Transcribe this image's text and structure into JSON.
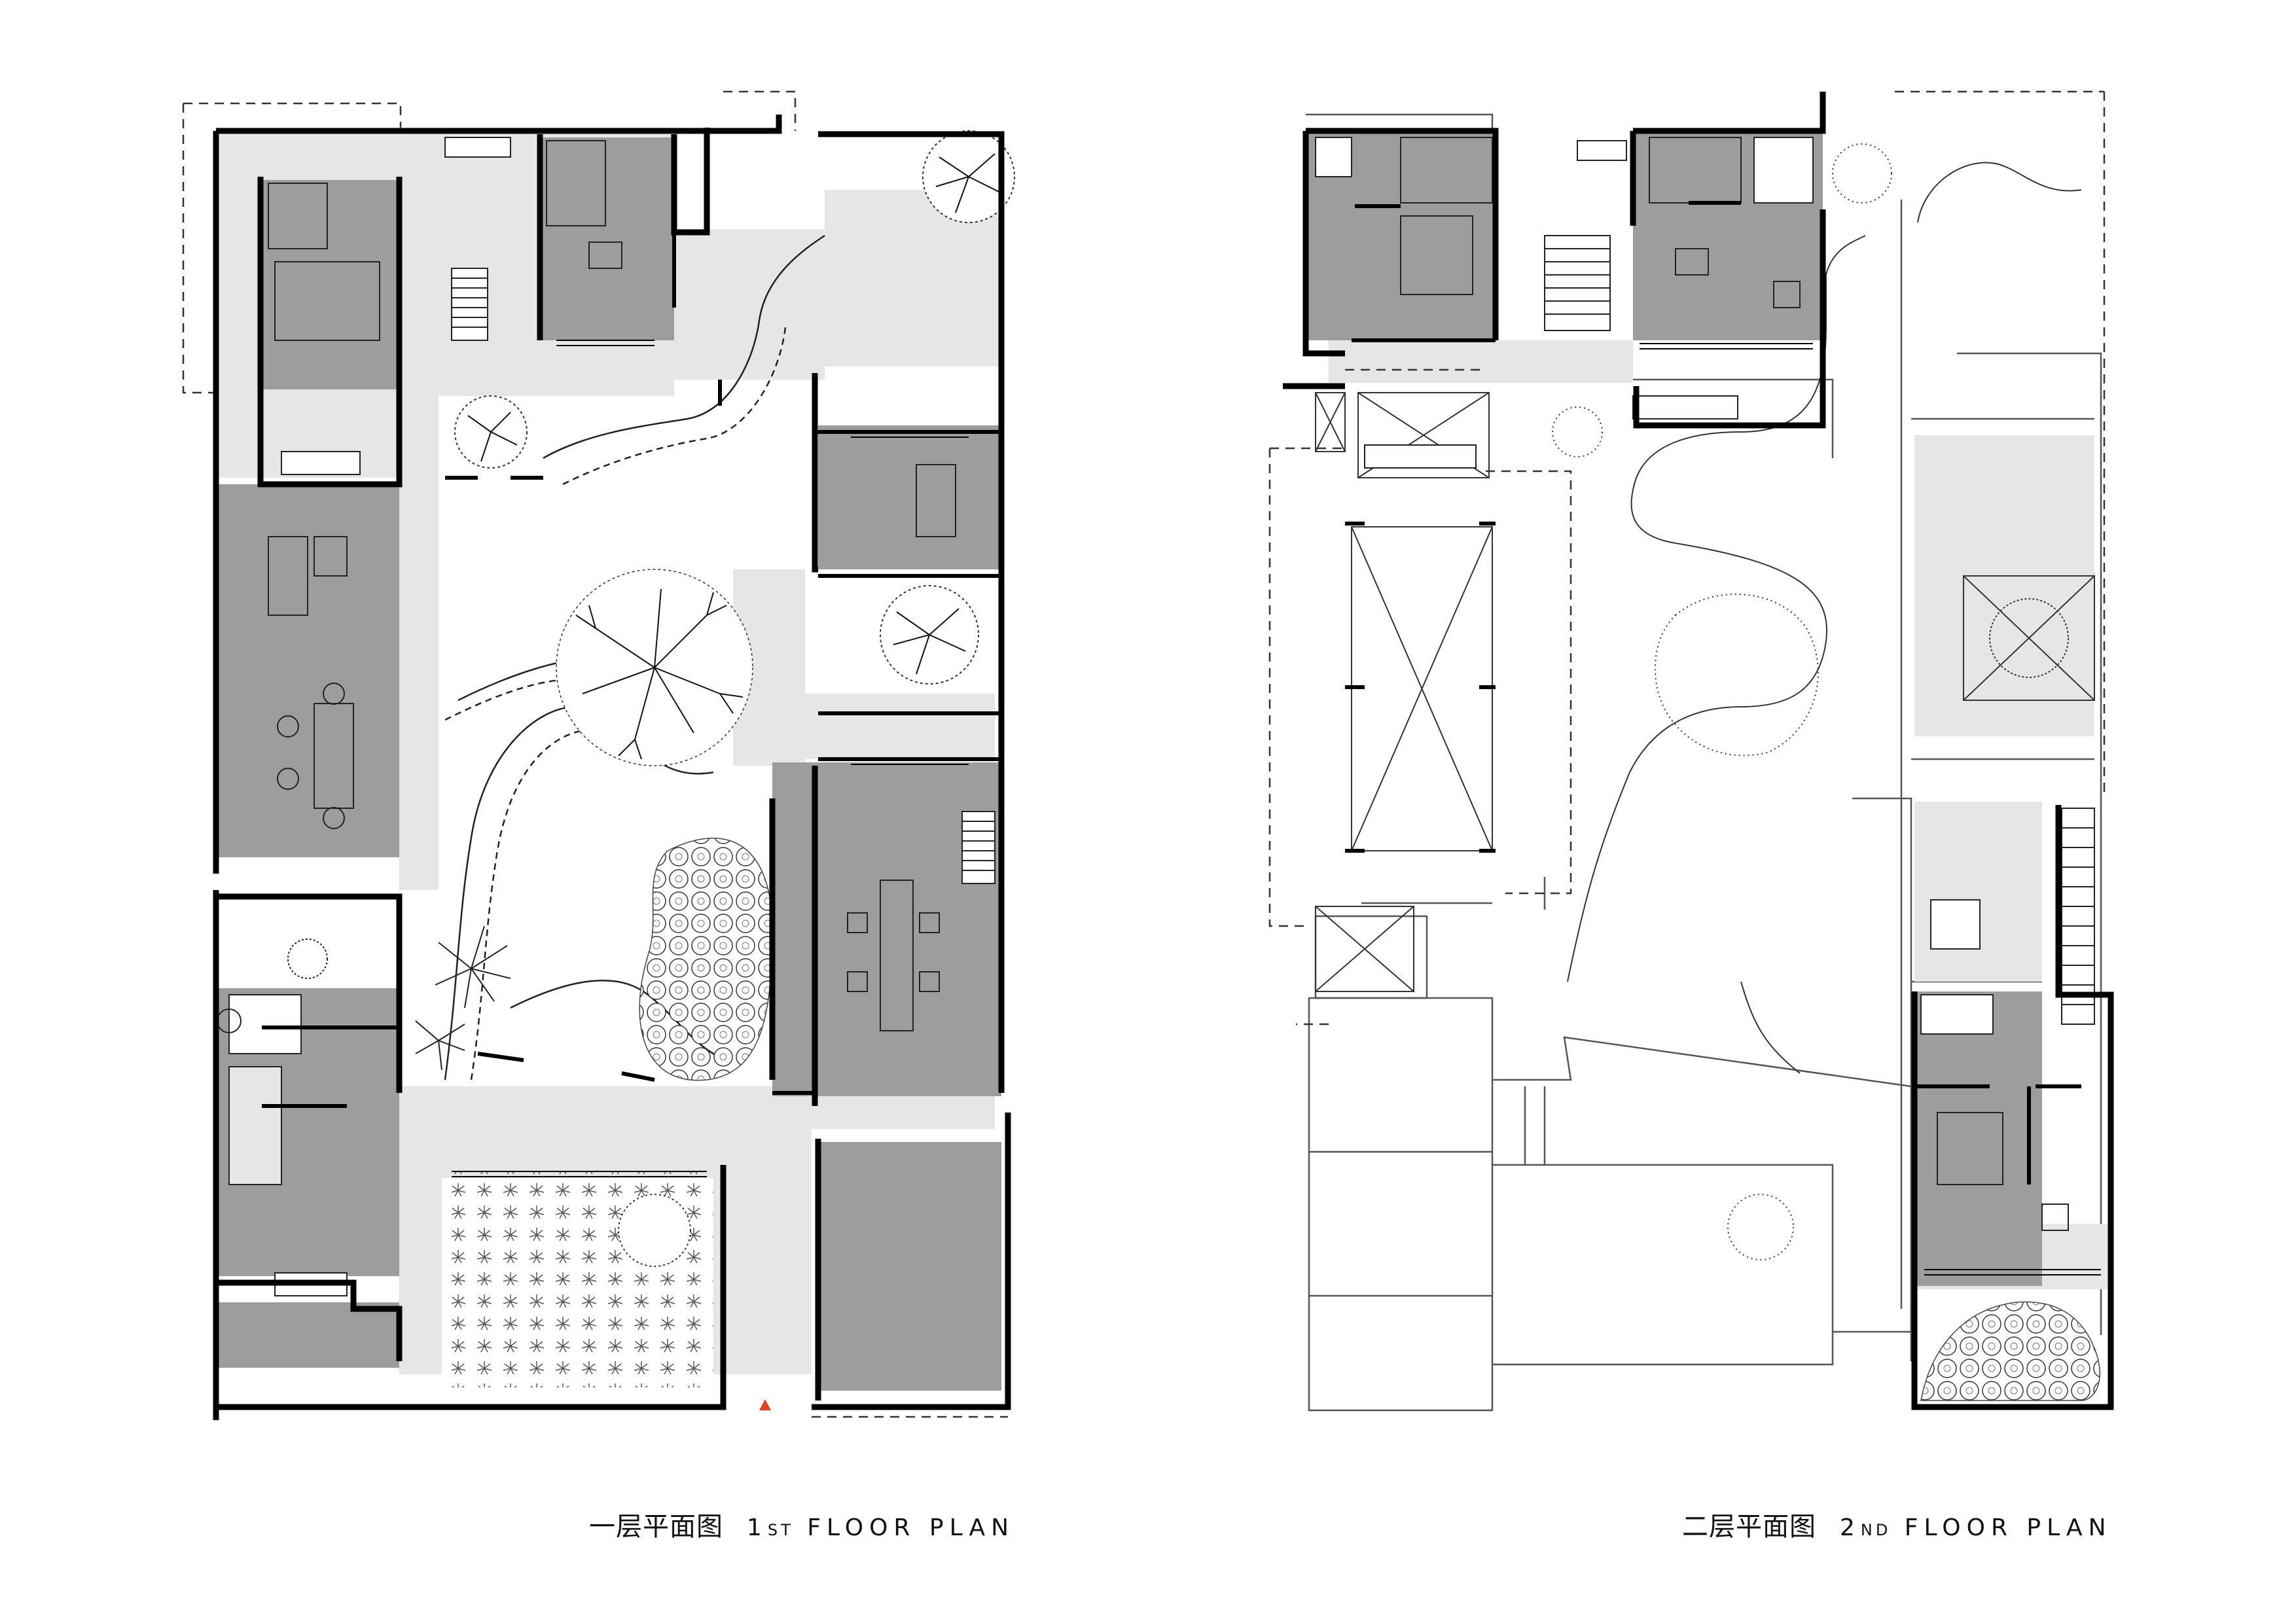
{
  "plans": [
    {
      "caption_cn": "一层平面图",
      "caption_en_num": "1",
      "caption_en_sup": "ST",
      "caption_en_rest": "FLOOR PLAN"
    },
    {
      "caption_cn": "二层平面图",
      "caption_en_num": "2",
      "caption_en_sup": "ND",
      "caption_en_rest": "FLOOR PLAN"
    }
  ],
  "colors": {
    "wall": "#000000",
    "room_fill": "#9d9d9d",
    "corridor_fill": "#e6e6e6",
    "entrance_marker": "#e8401c",
    "line": "#1a1a1a"
  }
}
